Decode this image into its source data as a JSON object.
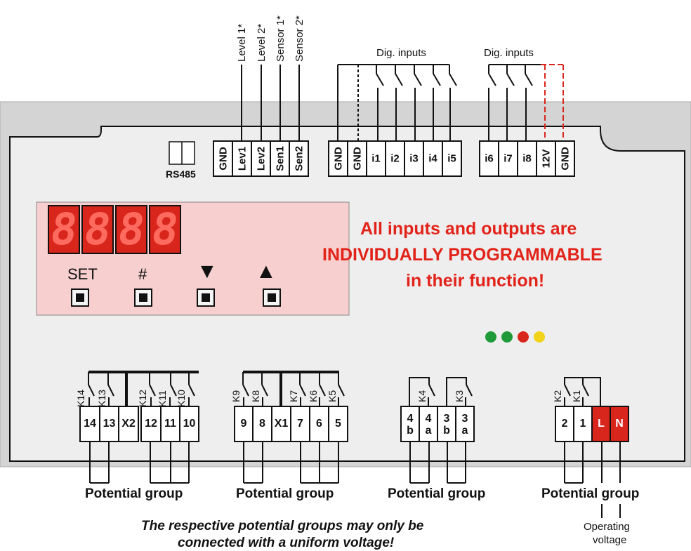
{
  "top_labels": {
    "level1": "Level 1*",
    "level2": "Level 2*",
    "sensor1": "Sensor 1*",
    "sensor2": "Sensor 2*",
    "dig_inputs_1": "Dig. inputs",
    "dig_inputs_2": "Dig. inputs"
  },
  "rs485": "RS485",
  "top_terminals": {
    "group_a": [
      "GND",
      "Lev1",
      "Lev2",
      "Sen1",
      "Sen2"
    ],
    "group_b": [
      "GND",
      "GND",
      "i1",
      "i2",
      "i3",
      "i4",
      "i5"
    ],
    "group_c": [
      "i6",
      "i7",
      "i8",
      "12V",
      "GND"
    ]
  },
  "display": {
    "digits": [
      "8",
      "8",
      "8",
      "8"
    ],
    "buttons": [
      "SET",
      "#",
      "▼",
      "▲"
    ]
  },
  "notice": {
    "line1": "All inputs and outputs are",
    "line2": "INDIVIDUALLY PROGRAMMABLE",
    "line3": "in their function!"
  },
  "leds": [
    {
      "color": "#1f9a3a"
    },
    {
      "color": "#1f9a3a"
    },
    {
      "color": "#d9261c"
    },
    {
      "color": "#f2d21b"
    }
  ],
  "relays": {
    "group1": [
      "K14",
      "K13",
      "K12",
      "K11",
      "K10"
    ],
    "group2": [
      "K9",
      "K8",
      "K7",
      "K6",
      "K5"
    ],
    "group3": [
      "K4",
      "K3"
    ],
    "group4": [
      "K2",
      "K1"
    ]
  },
  "bottom_terminals": {
    "group1": [
      "14",
      "13",
      "X2",
      "12",
      "11",
      "10"
    ],
    "group2": [
      "9",
      "8",
      "X1",
      "7",
      "6",
      "5"
    ],
    "group3": [
      [
        "4",
        "b"
      ],
      [
        "4",
        "a"
      ],
      [
        "3",
        "b"
      ],
      [
        "3",
        "a"
      ]
    ],
    "group4": [
      "2",
      "1",
      "L",
      "N"
    ]
  },
  "potential_group": "Potential group",
  "operating_voltage": [
    "Operating",
    "voltage"
  ],
  "footer": {
    "line1": "The respective potential groups may only be",
    "line2": "connected with a uniform voltage!"
  },
  "colors": {
    "housing": "#d4d4d4",
    "panel": "#eeeeee",
    "display_bg": "#f8cfcf",
    "segment": "#d9261c",
    "notice_text": "#e2231a"
  }
}
